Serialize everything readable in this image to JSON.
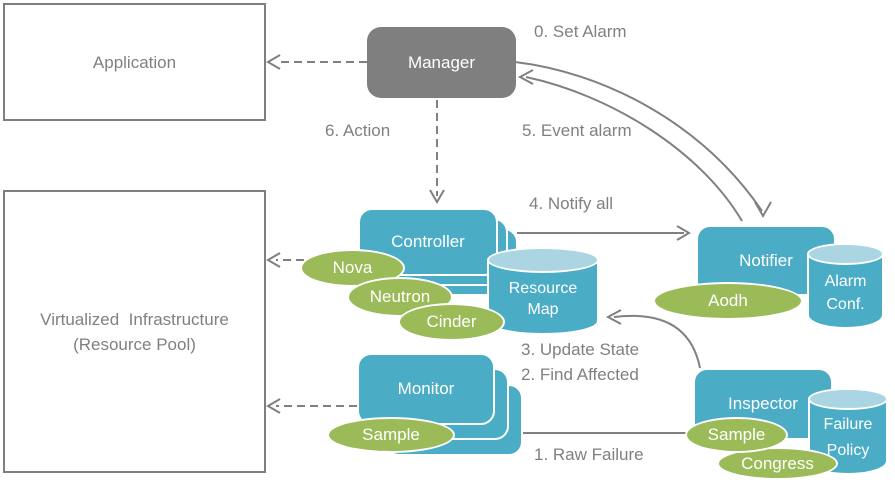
{
  "diagram": {
    "boxes": {
      "application": "Application",
      "infrastructure": {
        "line1": "Virtualized  Infrastructure",
        "line2": "(Resource Pool)"
      }
    },
    "nodes": {
      "manager": "Manager",
      "controller": "Controller",
      "monitor": "Monitor",
      "notifier": "Notifier",
      "inspector": "Inspector"
    },
    "datastores": {
      "resource_map": {
        "line1": "Resource",
        "line2": "Map"
      },
      "alarm_conf": {
        "line1": "Alarm",
        "line2": "Conf."
      },
      "failure_policy": {
        "line1": "Failure",
        "line2": "Policy"
      }
    },
    "services": {
      "nova": "Nova",
      "neutron": "Neutron",
      "cinder": "Cinder",
      "monitor_sample": "Sample",
      "aodh": "Aodh",
      "inspector_sample": "Sample",
      "congress": "Congress"
    },
    "flow_labels": {
      "set_alarm": "0. Set Alarm",
      "event_alarm": "5. Event alarm",
      "action": "6. Action",
      "notify_all": "4. Notify all",
      "update_state": "3. Update State",
      "find_affected": "2. Find Affected",
      "raw_failure": "1. Raw Failure"
    },
    "colors": {
      "teal": "#4BACC6",
      "teal_light": "#ABD5E3",
      "green": "#9BBB59",
      "gray": "#7F7F7F",
      "line_gray": "#808080"
    }
  }
}
